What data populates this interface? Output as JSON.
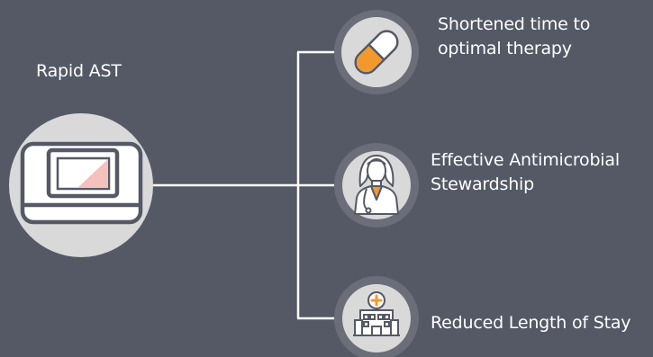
{
  "diagram": {
    "source": {
      "label": "Rapid AST",
      "icon": "ast-instrument-icon"
    },
    "benefits": [
      {
        "lines": [
          "Shortened time to",
          "optimal therapy"
        ],
        "icon": "pill-capsule-icon"
      },
      {
        "lines": [
          "Effective Antimicrobial",
          "Stewardship"
        ],
        "icon": "doctor-icon"
      },
      {
        "lines": [
          "Reduced Length of Stay"
        ],
        "icon": "hospital-icon"
      }
    ]
  },
  "colors": {
    "background": "#555966",
    "connector": "#ffffff",
    "icon_ring": "#6b6e78",
    "icon_fill": "#d9d9d9",
    "pill_orange": "#f2992e",
    "screen_pink": "#f4c1bd"
  }
}
